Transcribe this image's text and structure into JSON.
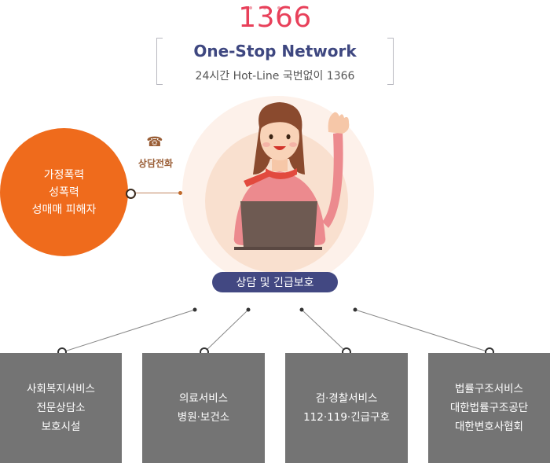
{
  "header": {
    "hotline_number": "1366",
    "title": "One-Stop Network",
    "subtitle": "24시간 Hot-Line 국번없이 1366"
  },
  "victims": {
    "lines": [
      "가정폭력",
      "성폭력",
      "성매매 피해자"
    ]
  },
  "phone": {
    "icon": "telephone-icon",
    "icon_glyph": "☎",
    "label": "상담전화"
  },
  "center": {
    "figure_icon": "counselor-illustration",
    "badge": "상담 및 긴급보호"
  },
  "services": [
    {
      "lines": [
        "사회복지서비스",
        "전문상담소",
        "보호시설"
      ]
    },
    {
      "lines": [
        "의료서비스",
        "병원·보건소"
      ]
    },
    {
      "lines": [
        "검·경찰서비스",
        "112·119·긴급구호"
      ]
    },
    {
      "lines": [
        "법률구조서비스",
        "대한법률구조공단",
        "대한변호사협회"
      ]
    }
  ],
  "colors": {
    "accent_pink": "#e8405a",
    "title_navy": "#3e4780",
    "victim_orange": "#ef6b1c",
    "badge_navy": "#424882",
    "service_gray": "#747474"
  }
}
